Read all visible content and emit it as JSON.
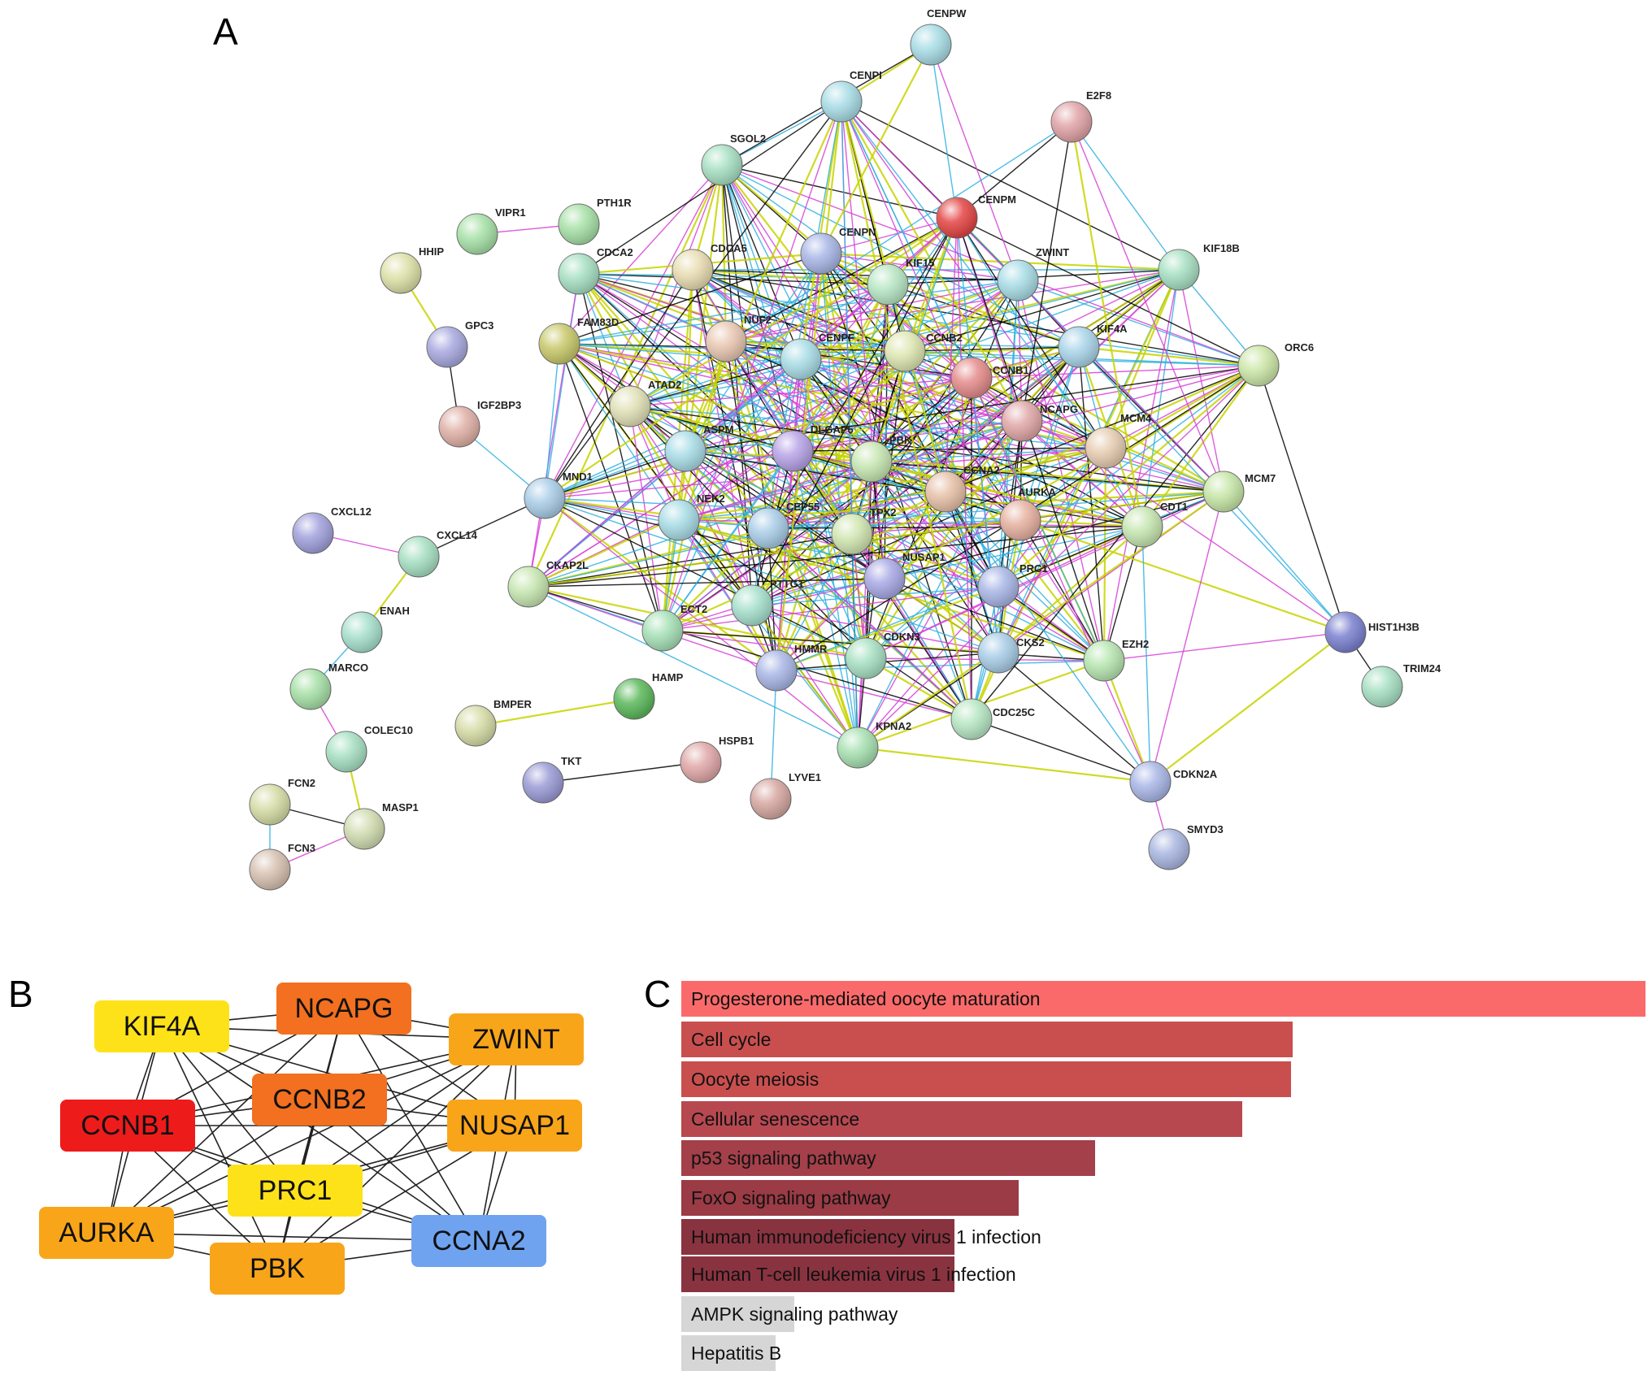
{
  "panels": {
    "a": "A",
    "b": "B",
    "c": "C"
  },
  "colors": {
    "bg": "#ffffff",
    "edge_text": "#c8d400",
    "edge_coexp": "#000000",
    "edge_db": "#2fb0e0",
    "edge_exp": "#d640d6",
    "hub_red": "#ee1b1b",
    "hub_darkorange": "#f27020",
    "hub_orange": "#f9a51a",
    "hub_yellow": "#fde21a",
    "hub_blue": "#6fa3f0",
    "bar_top": "#fb6a6a",
    "bar_mid": "#c94f4f",
    "bar_dark": "#a3404a",
    "bar_deep": "#8a3340",
    "bar_gray": "#d6d6d6"
  },
  "network": {
    "nodes": [
      {
        "id": "CENPW",
        "color": "#a8dce6"
      },
      {
        "id": "CENPI",
        "color": "#a8dce6"
      },
      {
        "id": "E2F8",
        "color": "#e0a2a6"
      },
      {
        "id": "SGOL2",
        "color": "#a6e0c2"
      },
      {
        "id": "CENPM",
        "color": "#e44343"
      },
      {
        "id": "PTH1R",
        "color": "#a6e0a6"
      },
      {
        "id": "VIPR1",
        "color": "#a6e0a6"
      },
      {
        "id": "HHIP",
        "color": "#dde0a6"
      },
      {
        "id": "CDCA2",
        "color": "#a6e0c2"
      },
      {
        "id": "CDCA5",
        "color": "#e8dcb0"
      },
      {
        "id": "CENPN",
        "color": "#a8b6e6"
      },
      {
        "id": "KIF15",
        "color": "#b6e6c2"
      },
      {
        "id": "ZWINT",
        "color": "#a8dce6"
      },
      {
        "id": "KIF18B",
        "color": "#a6e0c2"
      },
      {
        "id": "GPC3",
        "color": "#a8a8e0"
      },
      {
        "id": "FAM83D",
        "color": "#c8c86a"
      },
      {
        "id": "NUF2",
        "color": "#e8c6b0"
      },
      {
        "id": "CENPF",
        "color": "#a8dce6"
      },
      {
        "id": "CCNB2",
        "color": "#dde6b0"
      },
      {
        "id": "CCNB1",
        "color": "#e48a8a"
      },
      {
        "id": "KIF4A",
        "color": "#a8d4e8"
      },
      {
        "id": "ORC6",
        "color": "#cce6a6"
      },
      {
        "id": "IGF2BP3",
        "color": "#e0b0a6"
      },
      {
        "id": "ATAD2",
        "color": "#e0e0b6"
      },
      {
        "id": "NCAPG",
        "color": "#e0a6a6"
      },
      {
        "id": "MCM4",
        "color": "#e6ccb0"
      },
      {
        "id": "ASPM",
        "color": "#a8dce6"
      },
      {
        "id": "DLGAP5",
        "color": "#b6a2e6"
      },
      {
        "id": "PBK",
        "color": "#c6e6b0"
      },
      {
        "id": "MND1",
        "color": "#a8cce6"
      },
      {
        "id": "CCNA2",
        "color": "#e6c0a6"
      },
      {
        "id": "AURKA",
        "color": "#e6b0a0"
      },
      {
        "id": "MCM7",
        "color": "#c6e6a6"
      },
      {
        "id": "CXCL12",
        "color": "#a0a0dc"
      },
      {
        "id": "CXCL14",
        "color": "#a6e0c2"
      },
      {
        "id": "NEK2",
        "color": "#a8dce6"
      },
      {
        "id": "CEP55",
        "color": "#a8cce6"
      },
      {
        "id": "TPX2",
        "color": "#d0e6b0"
      },
      {
        "id": "CDT1",
        "color": "#c6e6b0"
      },
      {
        "id": "NUSAP1",
        "color": "#a8a8e6"
      },
      {
        "id": "PRC1",
        "color": "#a8b6e6"
      },
      {
        "id": "CKAP2L",
        "color": "#c6e6b0"
      },
      {
        "id": "ENAH",
        "color": "#a6e0cc"
      },
      {
        "id": "PTTG1",
        "color": "#a6e0cc"
      },
      {
        "id": "ECT2",
        "color": "#a6e0b6"
      },
      {
        "id": "HIST1H3B",
        "color": "#7a80d0"
      },
      {
        "id": "MARCO",
        "color": "#a6e0a6"
      },
      {
        "id": "HMMR",
        "color": "#a8b6e6"
      },
      {
        "id": "CDKN3",
        "color": "#a6e0c2"
      },
      {
        "id": "CKS2",
        "color": "#a8cce6"
      },
      {
        "id": "EZH2",
        "color": "#b6e6b0"
      },
      {
        "id": "HAMP",
        "color": "#5ab85a"
      },
      {
        "id": "BMPER",
        "color": "#d6dca6"
      },
      {
        "id": "TRIM24",
        "color": "#a6e0c2"
      },
      {
        "id": "CDC25C",
        "color": "#b6e6c2"
      },
      {
        "id": "COLEC10",
        "color": "#a6e0c2"
      },
      {
        "id": "KPNA2",
        "color": "#a6e0b0"
      },
      {
        "id": "HSPB1",
        "color": "#e0a6a6"
      },
      {
        "id": "TKT",
        "color": "#9a9ad6"
      },
      {
        "id": "CDKN2A",
        "color": "#a8b6e6"
      },
      {
        "id": "LYVE1",
        "color": "#d6a6a0"
      },
      {
        "id": "FCN2",
        "color": "#d6dca6"
      },
      {
        "id": "MASP1",
        "color": "#d0dcb0"
      },
      {
        "id": "FCN3",
        "color": "#d6c0b0"
      },
      {
        "id": "SMYD3",
        "color": "#a8b6e0"
      }
    ]
  },
  "hubs": [
    {
      "label": "KIF4A",
      "color": "#fde21a"
    },
    {
      "label": "NCAPG",
      "color": "#f27020"
    },
    {
      "label": "ZWINT",
      "color": "#f9a51a"
    },
    {
      "label": "CCNB1",
      "color": "#ee1b1b"
    },
    {
      "label": "CCNB2",
      "color": "#f27020"
    },
    {
      "label": "NUSAP1",
      "color": "#f9a51a"
    },
    {
      "label": "PRC1",
      "color": "#fde21a"
    },
    {
      "label": "AURKA",
      "color": "#f9a51a"
    },
    {
      "label": "PBK",
      "color": "#f9a51a"
    },
    {
      "label": "CCNA2",
      "color": "#6fa3f0"
    }
  ],
  "kegg": [
    {
      "label": "Progesterone-mediated oocyte maturation",
      "value": 1.0,
      "color": "#fb6a6a"
    },
    {
      "label": "Cell cycle",
      "value": 0.634,
      "color": "#c94f4f"
    },
    {
      "label": "Oocyte meiosis",
      "value": 0.632,
      "color": "#c94f4f"
    },
    {
      "label": "Cellular senescence",
      "value": 0.582,
      "color": "#b74850"
    },
    {
      "label": "p53 signaling pathway",
      "value": 0.429,
      "color": "#a3404a"
    },
    {
      "label": "FoxO signaling pathway",
      "value": 0.35,
      "color": "#9a3b45"
    },
    {
      "label": "Human immunodeficiency virus 1 infection",
      "value": 0.283,
      "color": "#8a3340"
    },
    {
      "label": "Human T-cell leukemia virus 1 infection",
      "value": 0.283,
      "color": "#8a3340"
    },
    {
      "label": "AMPK signaling pathway",
      "value": 0.117,
      "color": "#d6d6d6"
    },
    {
      "label": "Hepatitis B",
      "value": 0.098,
      "color": "#d6d6d6"
    }
  ]
}
